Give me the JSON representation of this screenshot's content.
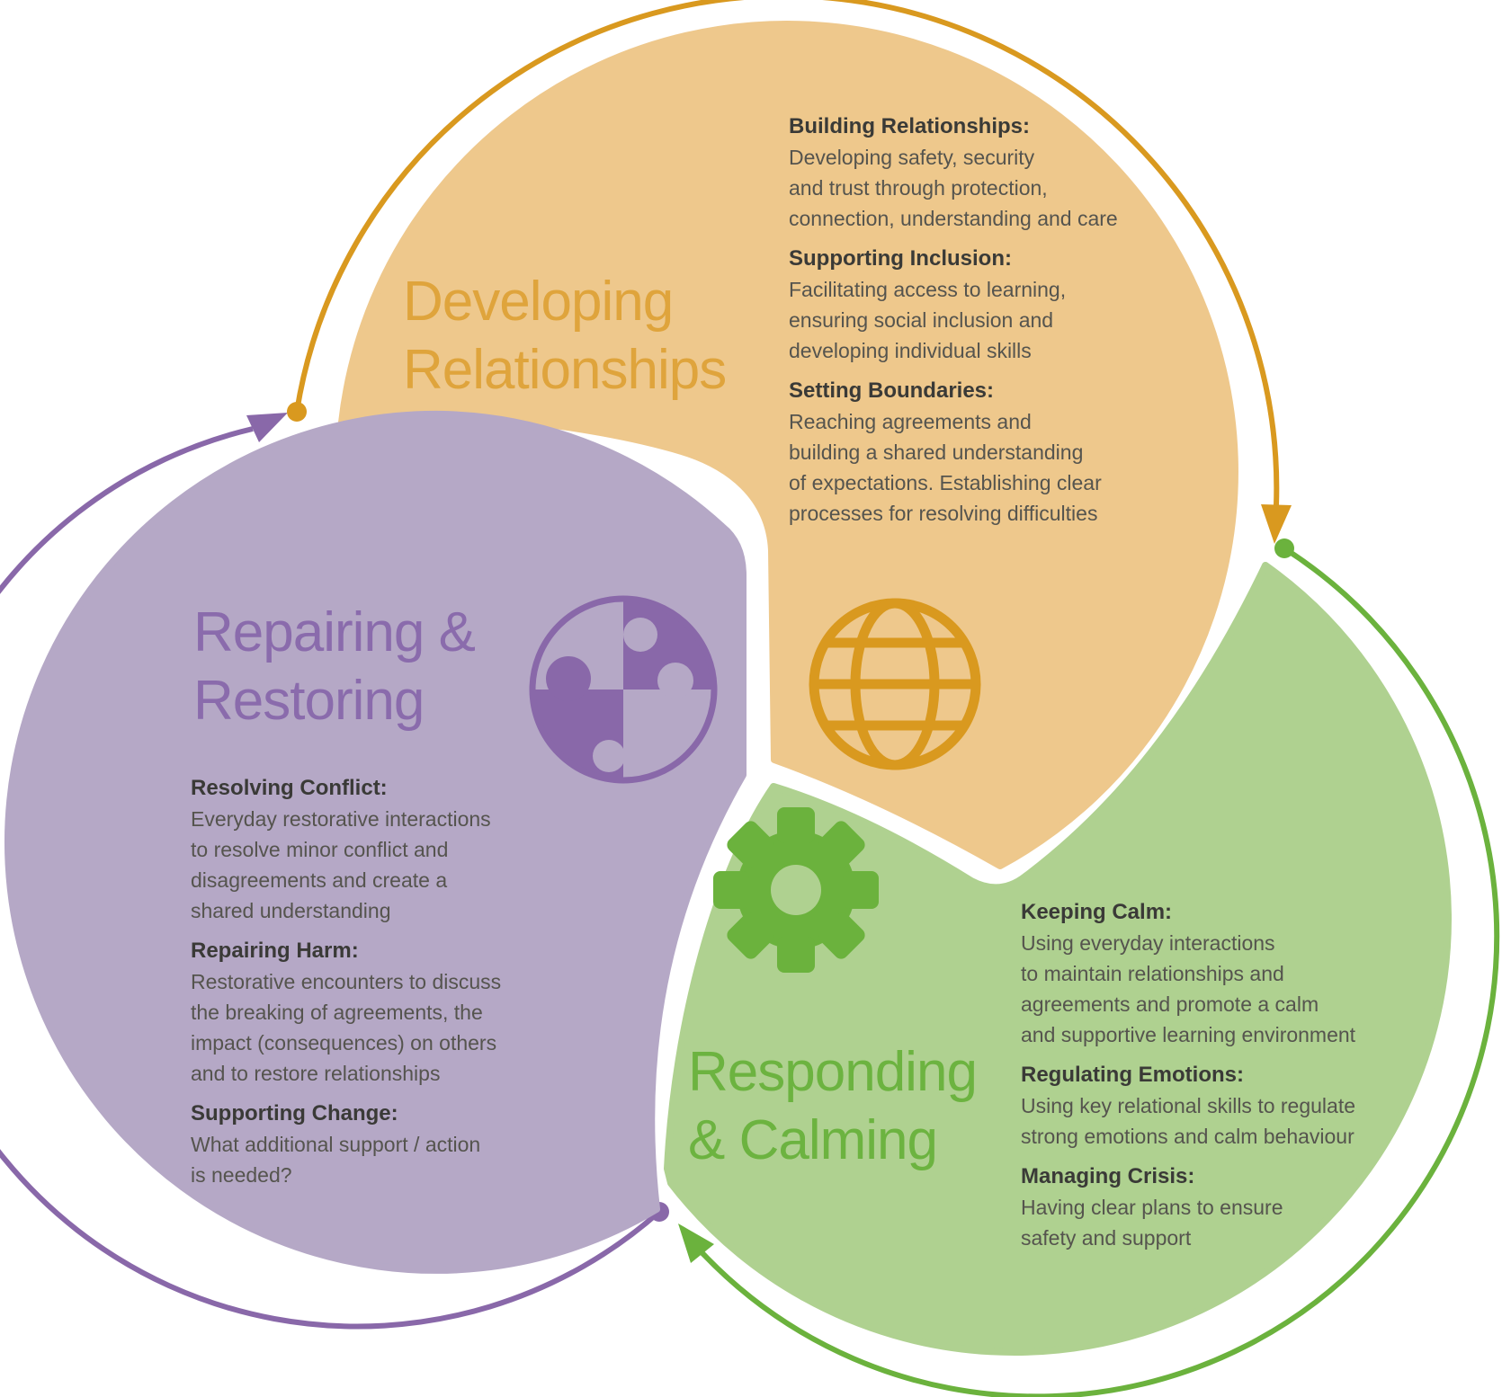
{
  "colors": {
    "orange_fill": "#EEC88C",
    "orange_accent": "#D9991F",
    "orange_title": "#DFA43C",
    "purple_fill": "#B5A8C6",
    "purple_accent": "#8968A9",
    "purple_title": "#8A6BAC",
    "green_fill": "#AFD190",
    "green_accent": "#6BB23D",
    "green_title": "#6CB340",
    "heading_text": "#3A3A37",
    "body_text": "#55544E"
  },
  "developing": {
    "title_line1": "Developing",
    "title_line2": "Relationships",
    "icon": "globe-icon",
    "sections": [
      {
        "heading": "Building Relationships:",
        "lines": [
          "Developing safety, security",
          "and trust through protection,",
          "connection, understanding and care"
        ]
      },
      {
        "heading": "Supporting Inclusion:",
        "lines": [
          "Facilitating access to learning,",
          "ensuring social inclusion and",
          "developing individual skills"
        ]
      },
      {
        "heading": "Setting Boundaries:",
        "lines": [
          "Reaching agreements and",
          "building a shared understanding",
          "of expectations. Establishing clear",
          "processes for resolving difficulties"
        ]
      }
    ]
  },
  "repairing": {
    "title_line1": "Repairing &",
    "title_line2": "Restoring",
    "icon": "puzzle-icon",
    "sections": [
      {
        "heading": "Resolving Conflict:",
        "lines": [
          "Everyday restorative interactions",
          "to resolve minor conflict and",
          "disagreements and create a",
          "shared understanding"
        ]
      },
      {
        "heading": "Repairing Harm:",
        "lines": [
          "Restorative encounters to discuss",
          "the breaking of agreements, the",
          "impact (consequences) on others",
          "and to restore relationships"
        ]
      },
      {
        "heading": "Supporting Change:",
        "lines": [
          "What additional support / action",
          "is needed?"
        ]
      }
    ]
  },
  "responding": {
    "title_line1": "Responding",
    "title_line2": "& Calming",
    "icon": "gear-icon",
    "sections": [
      {
        "heading": "Keeping Calm:",
        "lines": [
          "Using everyday interactions",
          "to maintain relationships and",
          "agreements and promote a calm",
          "and supportive learning environment"
        ]
      },
      {
        "heading": "Regulating Emotions:",
        "lines": [
          "Using key relational skills to regulate",
          "strong emotions and calm behaviour"
        ]
      },
      {
        "heading": "Managing Crisis:",
        "lines": [
          "Having clear plans to ensure",
          "safety and support"
        ]
      }
    ]
  }
}
